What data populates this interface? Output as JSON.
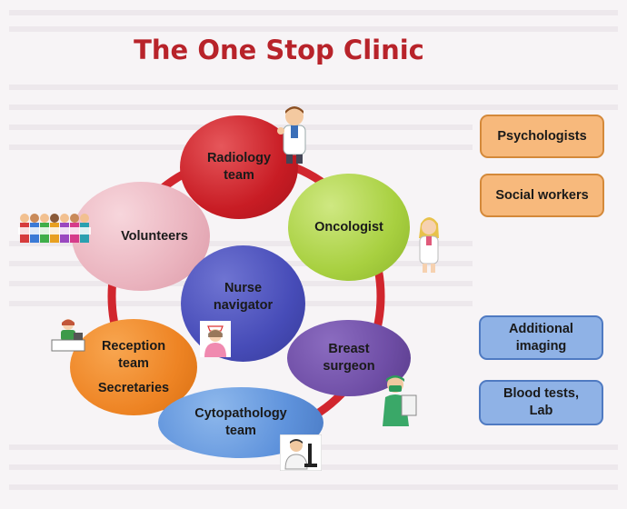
{
  "title": "The One Stop Clinic",
  "nodes": {
    "radiology": [
      "Radiology",
      "team"
    ],
    "oncologist": [
      "Oncologist"
    ],
    "volunteers": [
      "Volunteers"
    ],
    "nurse": [
      "Nurse",
      "navigator"
    ],
    "breast": [
      "Breast",
      "surgeon"
    ],
    "reception": [
      "Reception",
      "team",
      "Secretaries"
    ],
    "cyto": [
      "Cytopathology",
      "team"
    ]
  },
  "side_boxes": {
    "psychologists": "Psychologists",
    "social_workers": "Social workers",
    "additional_imaging": [
      "Additional",
      "imaging"
    ],
    "blood_tests": [
      "Blood tests,",
      "Lab"
    ]
  },
  "colors": {
    "title": "#b8232a",
    "ring": "#c81c24",
    "radiology": "#c81c24",
    "oncologist": "#a8d040",
    "volunteers": "#eab3be",
    "nurse": "#474cb8",
    "breast_surgeon": "#6f4ea6",
    "reception": "#ee8424",
    "cytopathology": "#5f93dc",
    "orange_box": "#f7b97c",
    "blue_box": "#8fb2e6"
  },
  "icons": [
    "doctor-icon",
    "female-doctor-icon",
    "volunteers-banner-icon",
    "nurse-icon",
    "surgeon-icon",
    "receptionist-icon",
    "microscope-scientist-icon"
  ]
}
